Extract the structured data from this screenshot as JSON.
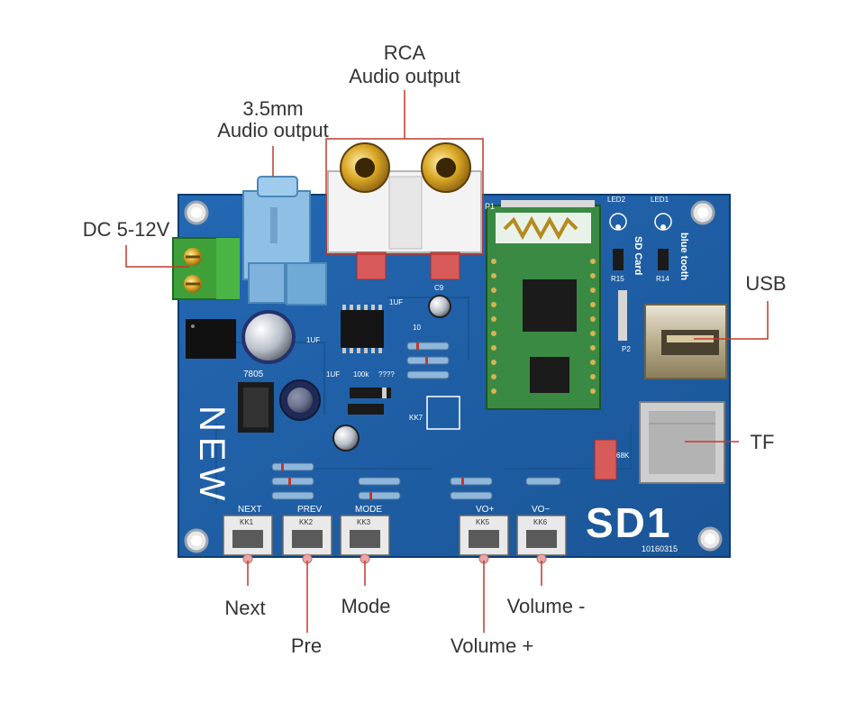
{
  "labels": {
    "rca_line1": "RCA",
    "rca_line2": "Audio output",
    "jack_line1": "3.5mm",
    "jack_line2": "Audio output",
    "dc": "DC 5-12V",
    "usb": "USB",
    "tf": "TF",
    "next": "Next",
    "pre": "Pre",
    "mode": "Mode",
    "volume_plus": "Volume +",
    "volume_minus": "Volume -"
  },
  "board": {
    "model": "SD1",
    "date_code": "10160315",
    "new_mark": "NEW",
    "led1": "LED1",
    "led2": "LED2",
    "bluetooth_text": "blue tooth",
    "sdcard_text": "SD Card",
    "r14": "R14",
    "r15": "R15",
    "p1": "P1",
    "p2": "P2",
    "reg": "7805",
    "cap_c9": "C9",
    "cap_1uf_a": "1UF",
    "cap_1uf_b": "1UF",
    "cap_1uf_c": "1UF",
    "r_10": "10",
    "r_100k": "100k",
    "r_unknown": "????",
    "kk7": "KK7",
    "r_68k": "68K",
    "buttons": [
      {
        "top": "NEXT",
        "code": "KK1"
      },
      {
        "top": "PREV",
        "code": "KK2"
      },
      {
        "top": "MODE",
        "code": "KK3"
      },
      {
        "top": "VO+",
        "code": "KK5"
      },
      {
        "top": "VO−",
        "code": "KK6"
      }
    ]
  },
  "colors": {
    "pcb": "#1f5fa8",
    "pcb_dark": "#174a86",
    "callout": "#c0392b",
    "module": "#2f7d3a",
    "gold": "#d8a62a"
  }
}
